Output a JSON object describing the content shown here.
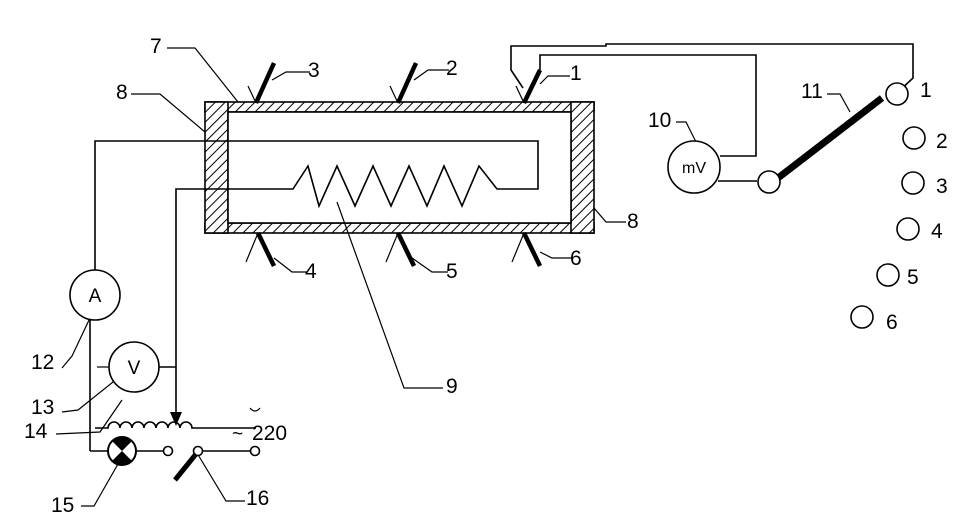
{
  "labels": {
    "l7": "7",
    "l3_top": "3",
    "l2_top": "2",
    "l1_top": "1",
    "l8_left": "8",
    "l8_right": "8",
    "l10": "10",
    "l11": "11",
    "l4_bottom": "4",
    "l5_bottom": "5",
    "l6_bottom": "6",
    "l9": "9",
    "l12": "12",
    "l13": "13",
    "l14": "14",
    "l15": "15",
    "l16": "16"
  },
  "switch_positions": [
    "1",
    "2",
    "3",
    "4",
    "5",
    "6"
  ],
  "meters": {
    "millivoltmeter": "mV",
    "ammeter": "A",
    "voltmeter": "V"
  },
  "supply": {
    "tilde": "~",
    "voltage": "220"
  }
}
